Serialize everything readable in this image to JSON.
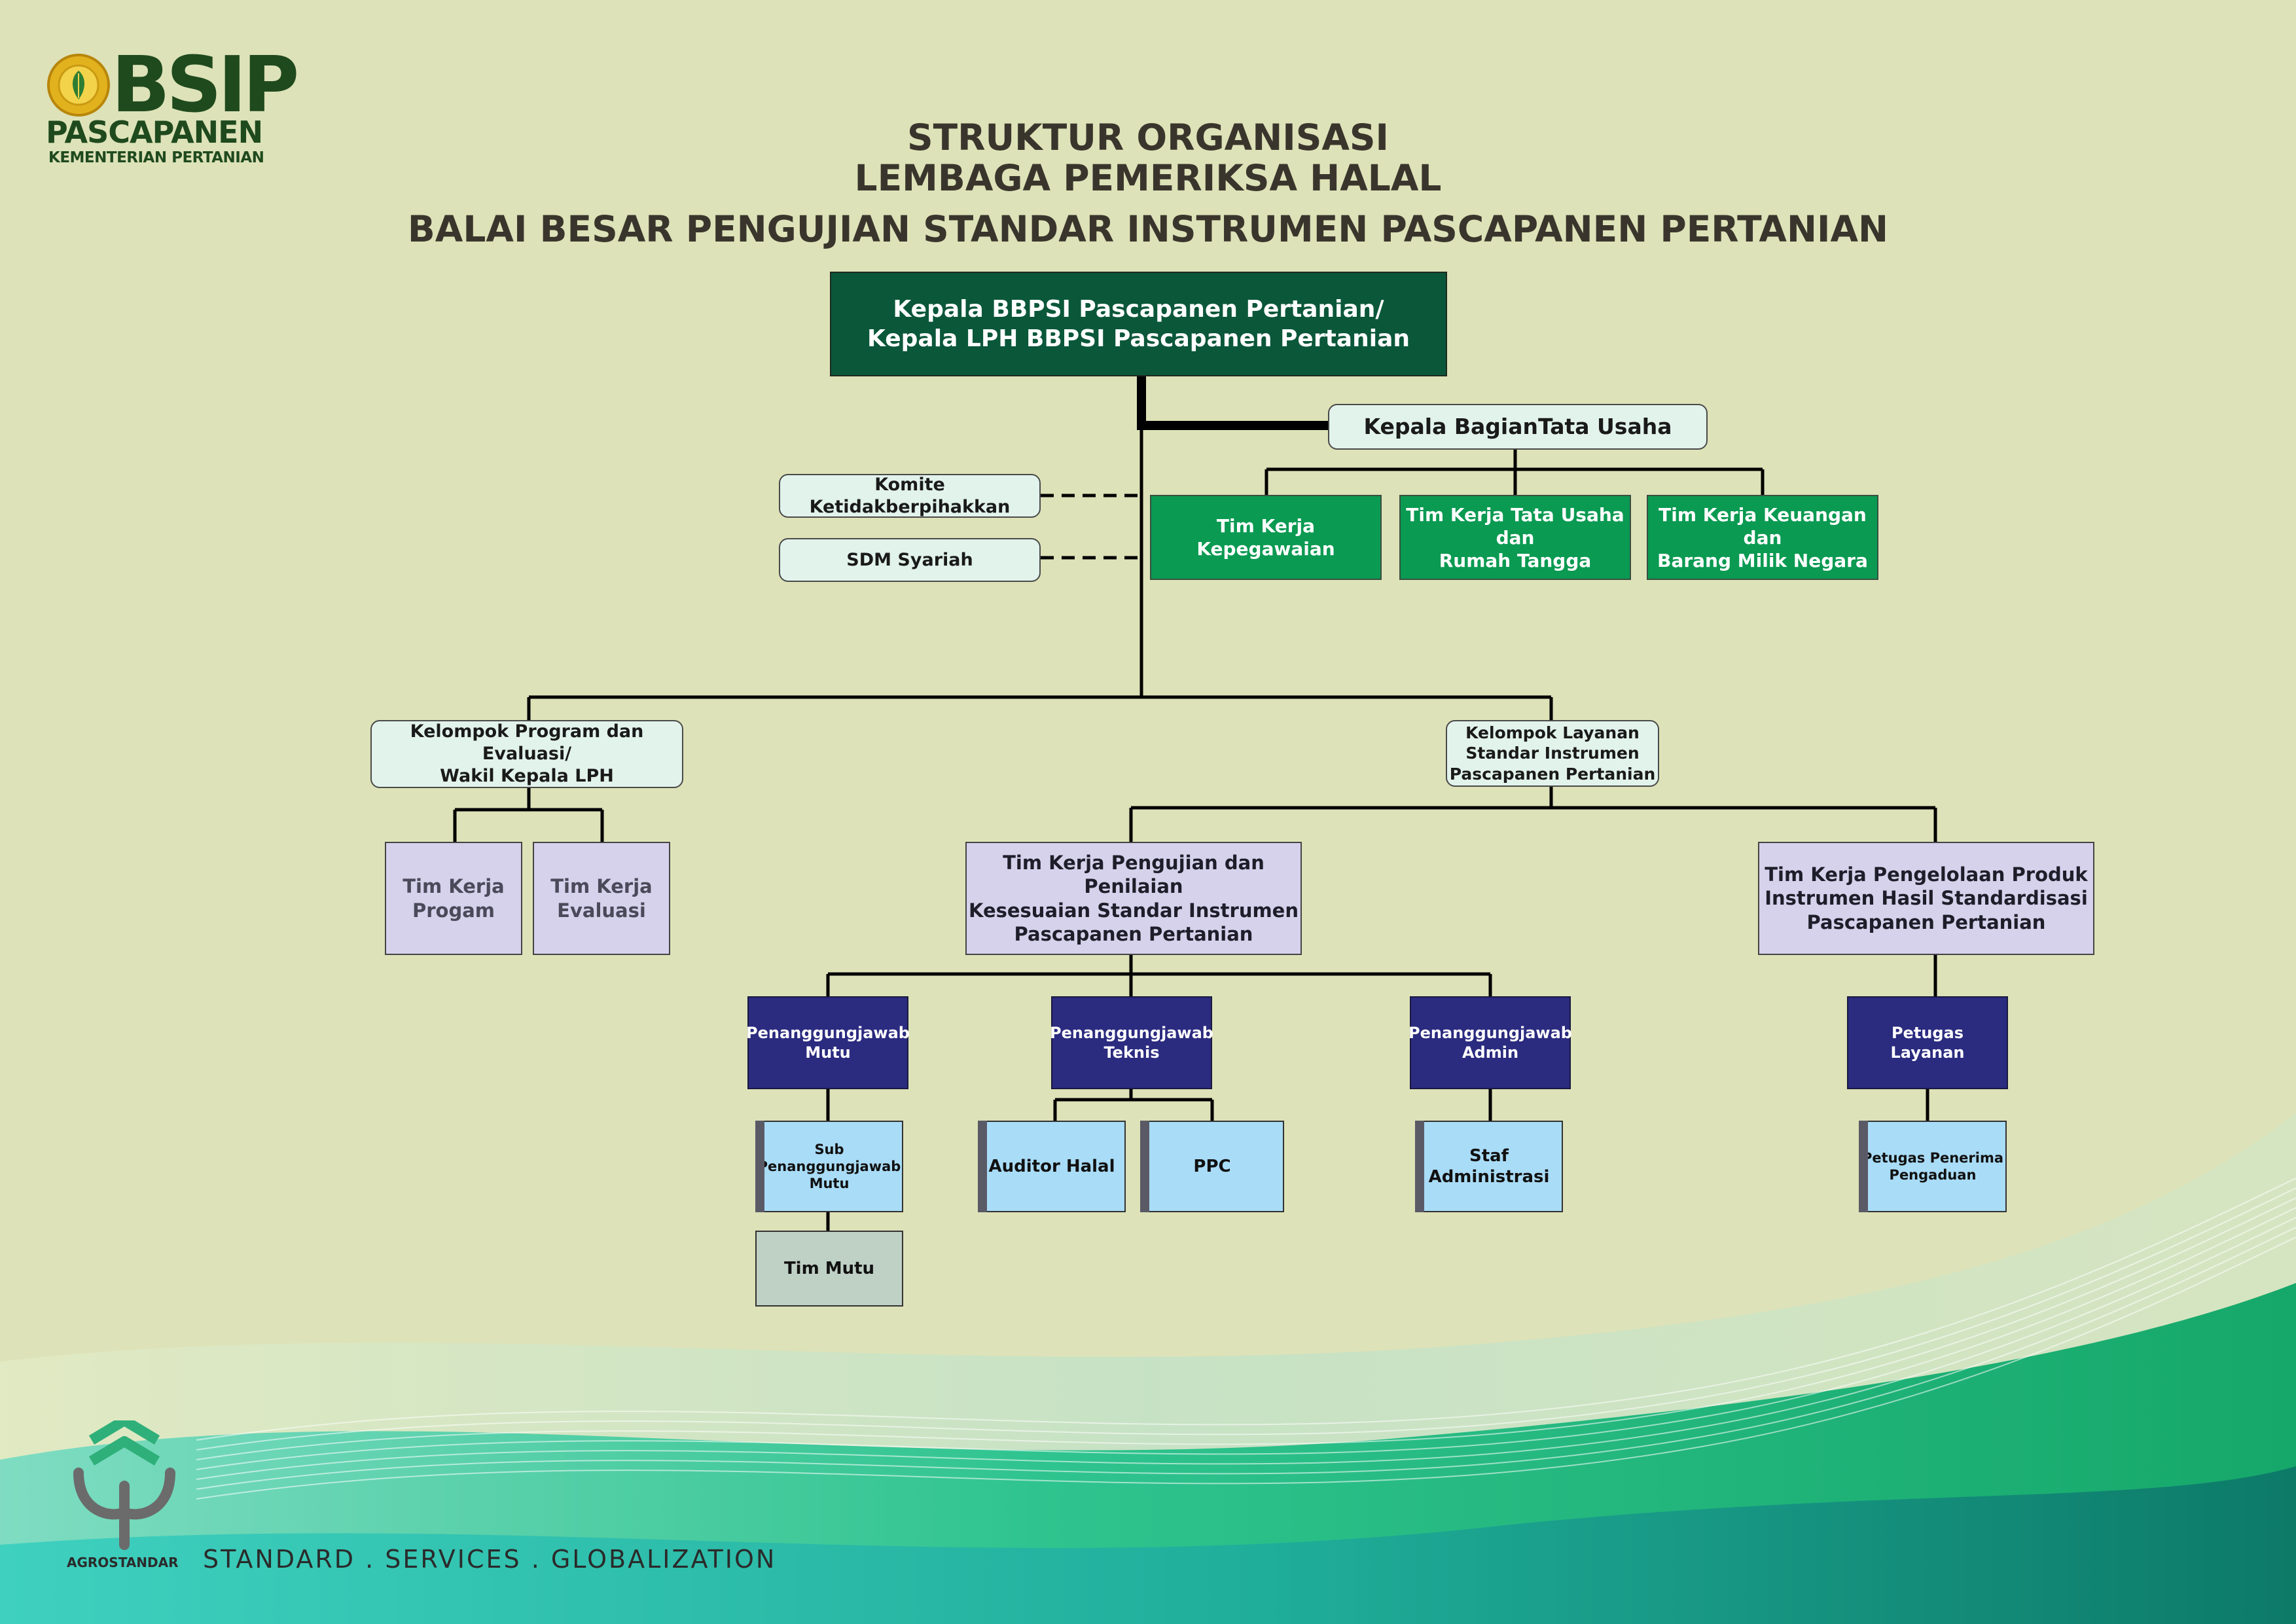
{
  "logo": {
    "brand": "BSIP",
    "unit": "PASCAPANEN",
    "ministry": "KEMENTERIAN PERTANIAN"
  },
  "titles": {
    "line1": "STRUKTUR ORGANISASI",
    "line2": "LEMBAGA PEMERIKSA HALAL",
    "line3": "BALAI BESAR PENGUJIAN STANDAR INSTRUMEN PASCAPANEN PERTANIAN"
  },
  "org": {
    "head": "Kepala BBPSI Pascapanen Pertanian/\nKepala LPH BBPSI Pascapanen Pertanian",
    "tata_usaha": "Kepala BagianTata Usaha",
    "komite": "Komite Ketidakberpihakkan",
    "sdm_syariah": "SDM Syariah",
    "tk_kepegawaian": "Tim Kerja\nKepegawaian",
    "tk_tata_usaha": "Tim Kerja Tata Usaha\ndan\nRumah Tangga",
    "tk_keuangan": "Tim Kerja Keuangan\ndan\nBarang Milik Negara",
    "kel_program": "Kelompok Program dan Evaluasi/\nWakil Kepala LPH",
    "kel_layanan": "Kelompok Layanan\nStandar Instrumen\nPascapanen Pertanian",
    "tk_progam": "Tim Kerja\nProgam",
    "tk_evaluasi": "Tim Kerja\nEvaluasi",
    "tk_pengujian": "Tim Kerja Pengujian dan Penilaian\nKesesuaian Standar Instrumen\nPascapanen Pertanian",
    "tk_pengelolaan": "Tim Kerja Pengelolaan Produk\nInstrumen Hasil Standardisasi\nPascapanen Pertanian",
    "pj_mutu": "Penanggungjawab\nMutu",
    "pj_teknis": "Penanggungjawab\nTeknis",
    "pj_admin": "Penanggungjawab\nAdmin",
    "petugas_layanan": "Petugas\nLayanan",
    "sub_pj_mutu": "Sub\nPenanggungjawab\nMutu",
    "auditor_halal": "Auditor Halal",
    "ppc": "PPC",
    "staf_administrasi": "Staf Administrasi",
    "petugas_pengaduan": "Petugas Penerima\nPengaduan",
    "tim_mutu": "Tim Mutu"
  },
  "footer": {
    "agro_label": "AGROSTANDAR",
    "tagline": "STANDARD . SERVICES . GLOBALIZATION"
  },
  "colors": {
    "background": "#dde2b8",
    "head": "#0b573a",
    "tim_kerja_green": "#0a9a52",
    "lavender": "#d6d2ec",
    "navy": "#2b2b80",
    "sky": "#a9dcf7",
    "tim_mutu": "#bfd0c5",
    "text_dark": "#3a352c"
  }
}
